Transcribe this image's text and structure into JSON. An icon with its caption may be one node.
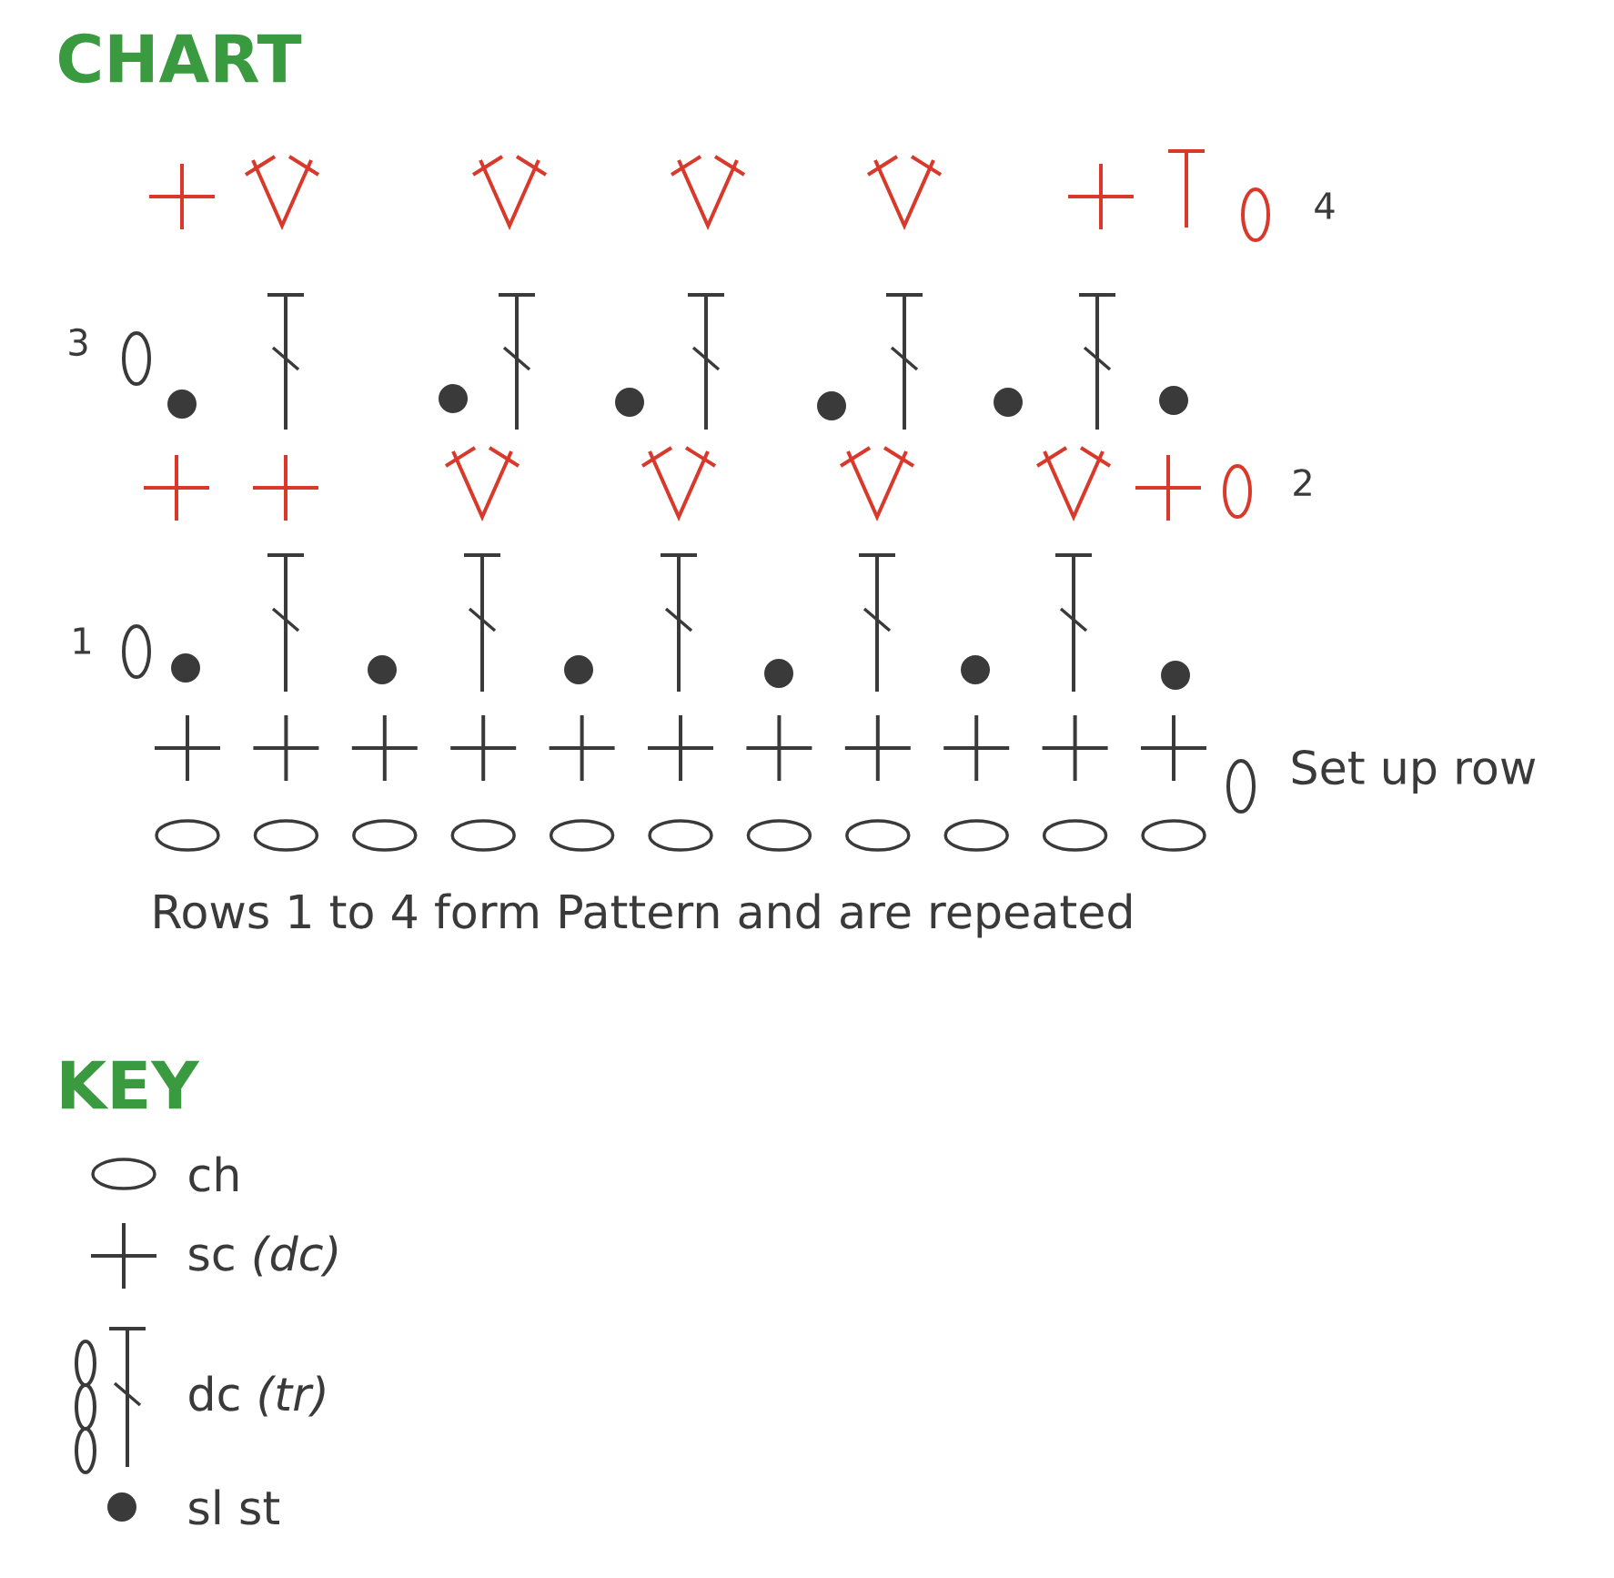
{
  "diagram": {
    "title": "CHART",
    "caption": "Rows 1 to 4 form Pattern and are repeated",
    "labels": [
      "4",
      "3",
      "2",
      "1",
      "Set up row",
      "KEY"
    ],
    "legend": [
      {
        "text": "ch"
      },
      {
        "text": "sc *(dc)*"
      },
      {
        "text": "dc *(tr)*"
      },
      {
        "text": "sl st"
      }
    ]
  }
}
